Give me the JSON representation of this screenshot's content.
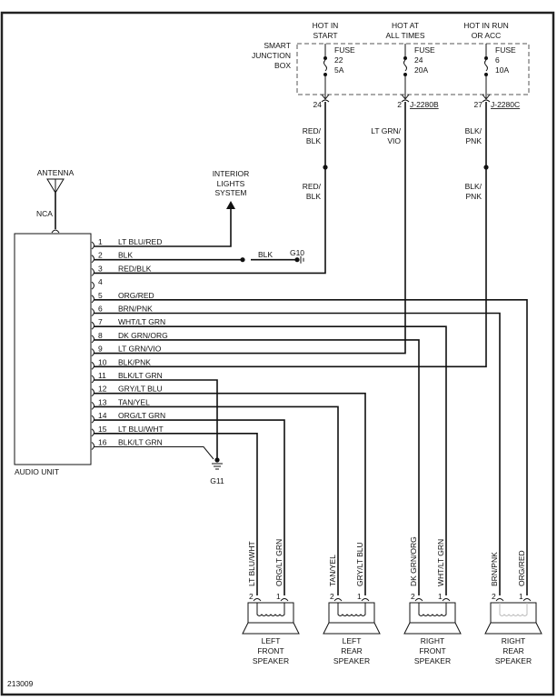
{
  "figure_id": "213009",
  "junction_box": {
    "label_lines": [
      "SMART",
      "JUNCTION",
      "BOX"
    ],
    "circuits": [
      {
        "header": [
          "HOT IN",
          "START"
        ],
        "fuse": [
          "FUSE",
          "22",
          "5A"
        ],
        "pin": "24",
        "connector": "",
        "wire_upper": [
          "RED/",
          "BLK"
        ],
        "wire_lower": [
          "RED/",
          "BLK"
        ]
      },
      {
        "header": [
          "HOT AT",
          "ALL TIMES"
        ],
        "fuse": [
          "FUSE",
          "24",
          "20A"
        ],
        "pin": "2",
        "connector": "J-2280B",
        "wire_upper": [
          "LT GRN/",
          "VIO"
        ],
        "wire_lower": []
      },
      {
        "header": [
          "HOT IN RUN",
          "OR ACC"
        ],
        "fuse": [
          "FUSE",
          "6",
          "10A"
        ],
        "pin": "27",
        "connector": "J-2280C",
        "wire_upper": [
          "BLK/",
          "PNK"
        ],
        "wire_lower": [
          "BLK/",
          "PNK"
        ]
      }
    ]
  },
  "antenna": {
    "label": "ANTENNA",
    "wire": "NCA"
  },
  "interior_lights": [
    "INTERIOR",
    "LIGHTS",
    "SYSTEM"
  ],
  "g10": {
    "label": "G10",
    "wire": "BLK"
  },
  "g11": {
    "label": "G11"
  },
  "audio_unit": {
    "label": "AUDIO UNIT",
    "pins": [
      {
        "num": "1",
        "color": "LT BLU/RED"
      },
      {
        "num": "2",
        "color": "BLK"
      },
      {
        "num": "3",
        "color": "RED/BLK"
      },
      {
        "num": "4",
        "color": ""
      },
      {
        "num": "5",
        "color": "ORG/RED"
      },
      {
        "num": "6",
        "color": "BRN/PNK"
      },
      {
        "num": "7",
        "color": "WHT/LT GRN"
      },
      {
        "num": "8",
        "color": "DK GRN/ORG"
      },
      {
        "num": "9",
        "color": "LT GRN/VIO"
      },
      {
        "num": "10",
        "color": "BLK/PNK"
      },
      {
        "num": "11",
        "color": "BLK/LT GRN"
      },
      {
        "num": "12",
        "color": "GRY/LT BLU"
      },
      {
        "num": "13",
        "color": "TAN/YEL"
      },
      {
        "num": "14",
        "color": "ORG/LT GRN"
      },
      {
        "num": "15",
        "color": "LT BLU/WHT"
      },
      {
        "num": "16",
        "color": "BLK/LT GRN"
      }
    ]
  },
  "speakers": [
    {
      "name": [
        "LEFT",
        "FRONT",
        "SPEAKER"
      ],
      "pin2": {
        "num": "2",
        "wire": "LT BLU/WHT"
      },
      "pin1": {
        "num": "1",
        "wire": "ORG/LT GRN"
      }
    },
    {
      "name": [
        "LEFT",
        "REAR",
        "SPEAKER"
      ],
      "pin2": {
        "num": "2",
        "wire": "TAN/YEL"
      },
      "pin1": {
        "num": "1",
        "wire": "GRY/LT BLU"
      }
    },
    {
      "name": [
        "RIGHT",
        "FRONT",
        "SPEAKER"
      ],
      "pin2": {
        "num": "2",
        "wire": "DK GRN/ORG"
      },
      "pin1": {
        "num": "1",
        "wire": "WHT/LT GRN"
      }
    },
    {
      "name": [
        "RIGHT",
        "REAR",
        "SPEAKER"
      ],
      "pin2": {
        "num": "2",
        "wire": "BRN/PNK"
      },
      "pin1": {
        "num": "1",
        "wire": "ORG/RED"
      }
    }
  ]
}
